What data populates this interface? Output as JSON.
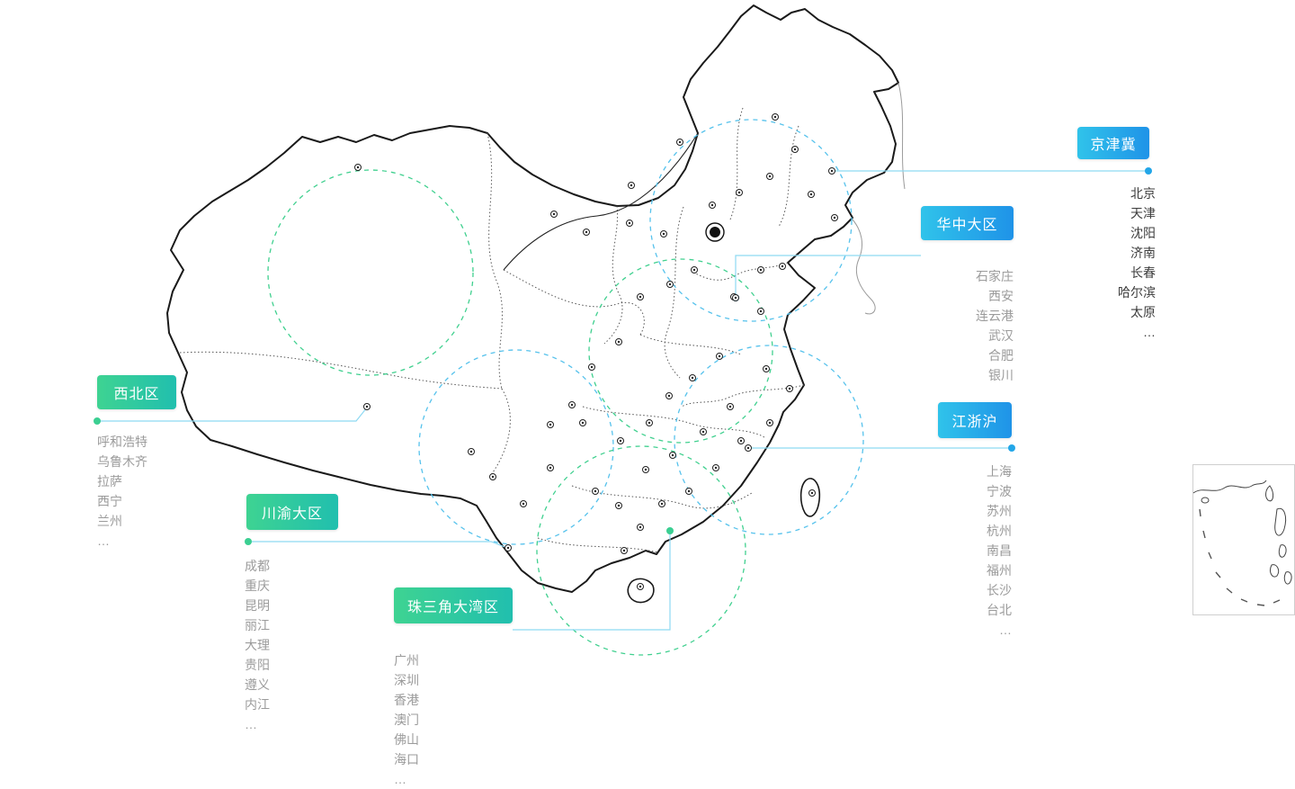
{
  "page": {
    "background": "#ffffff"
  },
  "regions": [
    {
      "id": "jingjinji",
      "label": "京津冀",
      "scheme": "blue",
      "cities": [
        "北京",
        "天津",
        "沈阳",
        "济南",
        "长春",
        "哈尔滨",
        "太原",
        "…"
      ]
    },
    {
      "id": "huazhong",
      "label": "华中大区",
      "scheme": "blue",
      "cities": [
        "石家庄",
        "西安",
        "连云港",
        "武汉",
        "合肥",
        "银川"
      ]
    },
    {
      "id": "jiangzhehu",
      "label": "江浙沪",
      "scheme": "blue",
      "cities": [
        "上海",
        "宁波",
        "苏州",
        "杭州",
        "南昌",
        "福州",
        "长沙",
        "台北",
        "…"
      ]
    },
    {
      "id": "xibei",
      "label": "西北区",
      "scheme": "green",
      "cities": [
        "呼和浩特",
        "乌鲁木齐",
        "拉萨",
        "西宁",
        "兰州",
        "…"
      ]
    },
    {
      "id": "chuanyu",
      "label": "川渝大区",
      "scheme": "green",
      "cities": [
        "成都",
        "重庆",
        "昆明",
        "丽江",
        "大理",
        "贵阳",
        "遵义",
        "内江",
        "…"
      ]
    },
    {
      "id": "zhusanjiao",
      "label": "珠三角大湾区",
      "scheme": "green",
      "cities": [
        "广州",
        "深圳",
        "香港",
        "澳门",
        "佛山",
        "海口",
        "…"
      ]
    }
  ],
  "colors": {
    "blue_accent": "#22a6e8",
    "green_accent": "#3bcf92",
    "blue_gradient_start": "#30c3ea",
    "blue_gradient_end": "#1f93e8",
    "green_gradient_start": "#3ed392",
    "green_gradient_end": "#21bfae",
    "connector_line": "#8ed9f2",
    "dashed_circle_blue": "#56c2ec",
    "dashed_circle_green": "#40d08f",
    "map_outline": "#1a1a1a",
    "city_text_dark": "#3d3d3d",
    "city_text_gray": "#9b9b9b"
  }
}
